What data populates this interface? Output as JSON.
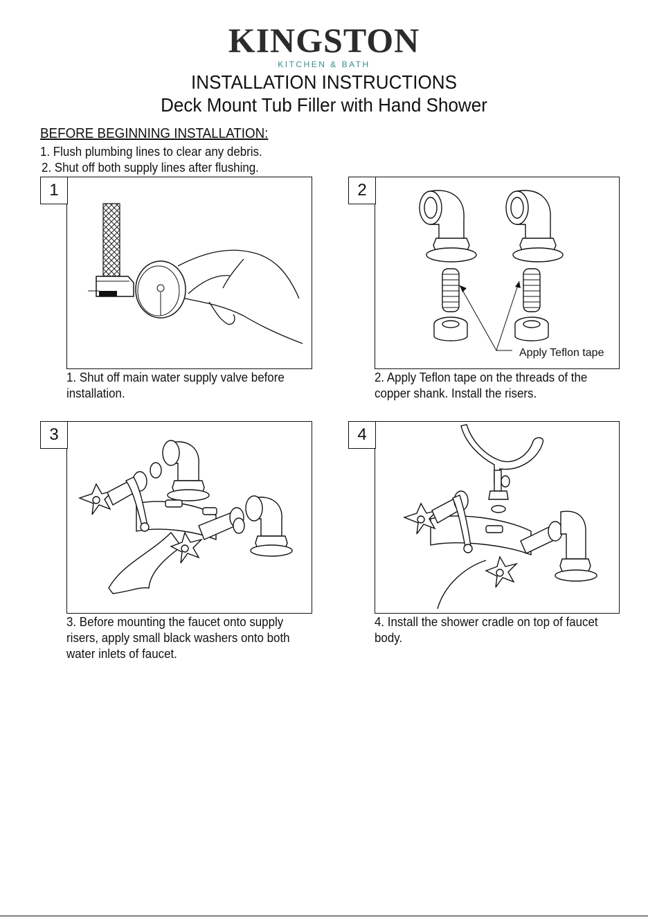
{
  "brand": {
    "name": "KINGSTON",
    "tagline": "KITCHEN & BATH"
  },
  "title": {
    "line1": "INSTALLATION INSTRUCTIONS",
    "line2": "Deck Mount Tub Filler with Hand Shower"
  },
  "before": {
    "heading": "BEFORE BEGINNING INSTALLATION:",
    "steps": [
      "1. Flush plumbing lines to clear any debris.",
      "2. Shut off both supply lines after flushing."
    ]
  },
  "panels": [
    {
      "number": "1",
      "caption_lines": [
        "1. Shut off main water supply valve before",
        "installation."
      ]
    },
    {
      "number": "2",
      "caption_lines": [
        "2. Apply Teflon tape on the threads of the",
        "copper shank. Install the risers."
      ],
      "callout": "Apply Teflon tape"
    },
    {
      "number": "3",
      "caption_lines": [
        "3. Before mounting the faucet onto supply",
        "risers, apply small black washers onto both",
        "water inlets of faucet."
      ]
    },
    {
      "number": "4",
      "caption_lines": [
        "4. Install the shower cradle on top of faucet",
        "body."
      ]
    }
  ]
}
